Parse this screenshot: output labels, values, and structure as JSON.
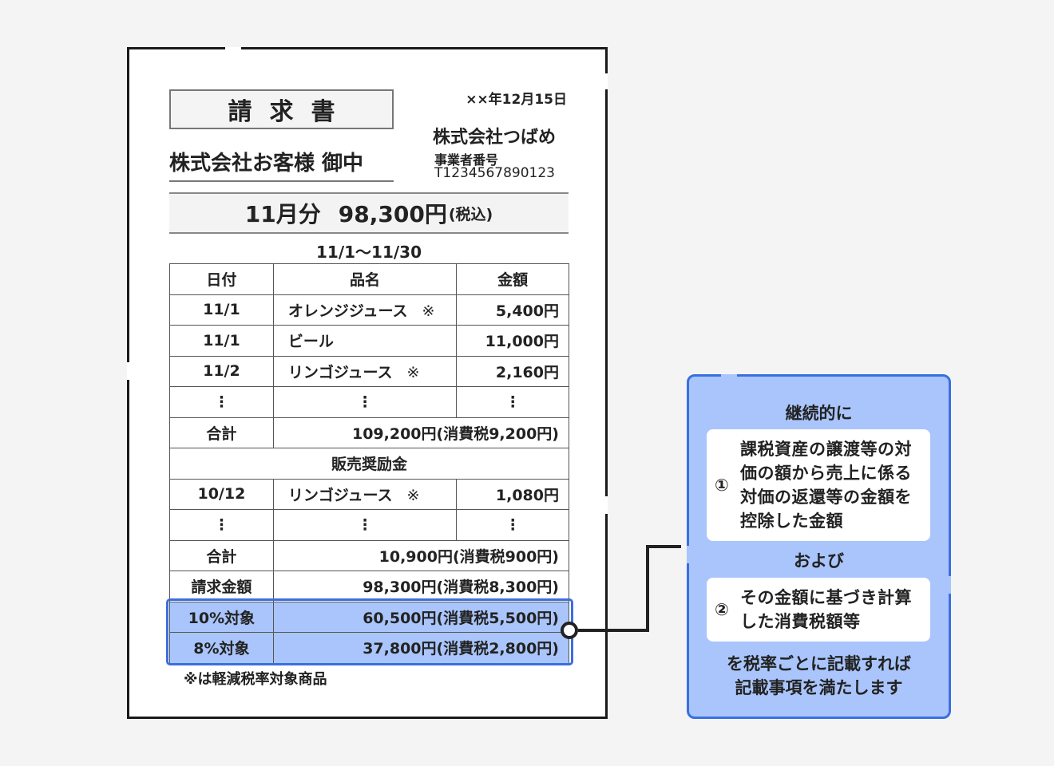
{
  "invoice": {
    "title": "請求書",
    "date": "××年12月15日",
    "customer": "株式会社お客様 御中",
    "issuer": {
      "company": "株式会社つばめ",
      "registration_label": "事業者番号",
      "registration_number": "T1234567890123"
    },
    "summary": {
      "month": "11月分",
      "amount": "98,300円",
      "tax_note": "(税込)"
    },
    "period": "11/1〜11/30",
    "table": {
      "headers": [
        "日付",
        "品名",
        "金額"
      ],
      "rows": [
        {
          "date": "11/1",
          "item": "オレンジジュース",
          "mark": "※",
          "amount": "5,400円"
        },
        {
          "date": "11/1",
          "item": "ビール",
          "mark": "",
          "amount": "11,000円"
        },
        {
          "date": "11/2",
          "item": "リンゴジュース",
          "mark": "※",
          "amount": "2,160円"
        },
        {
          "date": "⋮",
          "item": "⋮",
          "mark": "",
          "amount": "⋮"
        }
      ],
      "subtotal": {
        "label": "合計",
        "value": "109,200円(消費税9,200円)"
      },
      "rebate_section": "販売奨励金",
      "rebate_rows": [
        {
          "date": "10/12",
          "item": "リンゴジュース",
          "mark": "※",
          "amount": "1,080円"
        },
        {
          "date": "⋮",
          "item": "⋮",
          "mark": "",
          "amount": "⋮"
        }
      ],
      "rebate_total": {
        "label": "合計",
        "value": "10,900円(消費税900円)"
      },
      "billing_total": {
        "label": "請求金額",
        "value": "98,300円(消費税8,300円)"
      },
      "rate_10": {
        "label": "10%対象",
        "value": "60,500円(消費税5,500円)"
      },
      "rate_8": {
        "label": "8%対象",
        "value": "37,800円(消費税2,800円)"
      }
    },
    "footnote": "※は軽減税率対象商品"
  },
  "callout": {
    "heading": "継続的に",
    "item1": {
      "number": "①",
      "text": "課税資産の譲渡等の対価の額から売上に係る対価の返還等の金額を控除した金額"
    },
    "connector": "および",
    "item2": {
      "number": "②",
      "text": "その金額に基づき計算した消費税額等"
    },
    "conclusion_line1": "を税率ごとに記載すれば",
    "conclusion_line2": "記載事項を満たします"
  },
  "colors": {
    "highlight_fill": "#a9c5fb",
    "highlight_border": "#3a6fe0",
    "background": "#f5f4f5"
  }
}
